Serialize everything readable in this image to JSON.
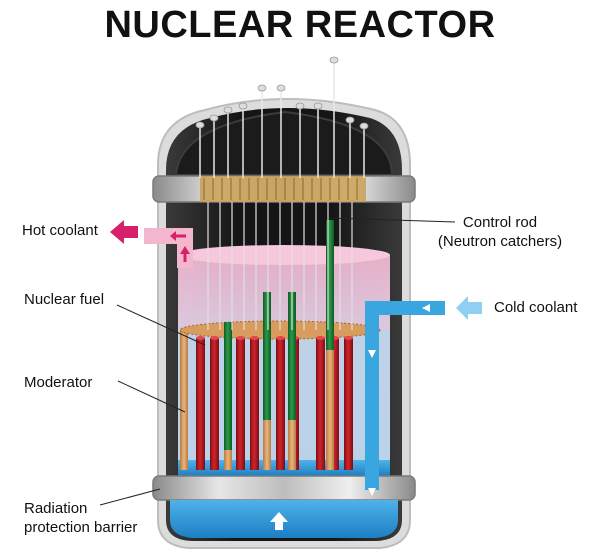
{
  "title": "NUCLEAR REACTOR",
  "labels": {
    "hot_coolant": "Hot coolant",
    "control_rod": "Control rod",
    "neutron_catchers": "(Neutron catchers)",
    "nuclear_fuel": "Nuclear fuel",
    "cold_coolant": "Cold coolant",
    "moderator": "Moderator",
    "radiation_line1": "Radiation",
    "radiation_line2": "protection barrier"
  },
  "colors": {
    "hot_coolant": "#d6206a",
    "hot_pipe": "#f3b6cc",
    "cold_coolant": "#3aa6e0",
    "cold_arrow": "#8fd0f2",
    "fuel_rod": "#b3141c",
    "control_rod": "#1d7a36",
    "moderator": "#d9a066",
    "vessel_dark": "#222222",
    "steel": "#c9c9c9"
  },
  "icons": [
    "hot-coolant-arrow-icon",
    "cold-coolant-arrow-icon",
    "flow-arrow-icon"
  ]
}
